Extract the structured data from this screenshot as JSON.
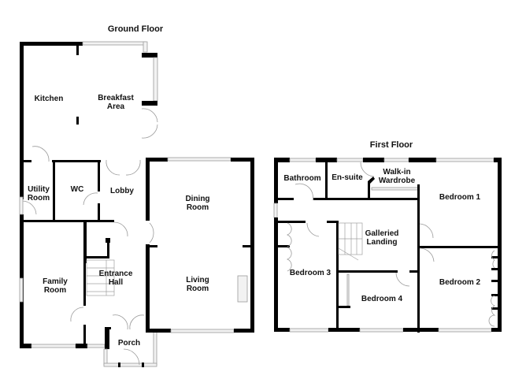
{
  "ground_floor": {
    "title": "Ground Floor",
    "rooms": [
      {
        "name": "kitchen",
        "label": "Kitchen"
      },
      {
        "name": "breakfast-area",
        "label": "Breakfast\nArea",
        "line1": "Breakfast",
        "line2": "Area"
      },
      {
        "name": "utility-room",
        "line1": "Utility",
        "line2": "Room"
      },
      {
        "name": "wc",
        "label": "WC"
      },
      {
        "name": "lobby",
        "label": "Lobby"
      },
      {
        "name": "dining-room",
        "line1": "Dining",
        "line2": "Room"
      },
      {
        "name": "family-room",
        "line1": "Family",
        "line2": "Room"
      },
      {
        "name": "entrance-hall",
        "line1": "Entrance",
        "line2": "Hall"
      },
      {
        "name": "living-room",
        "line1": "Living",
        "line2": "Room"
      },
      {
        "name": "porch",
        "label": "Porch"
      }
    ]
  },
  "first_floor": {
    "title": "First Floor",
    "rooms": [
      {
        "name": "bathroom",
        "label": "Bathroom"
      },
      {
        "name": "en-suite",
        "label": "En-suite"
      },
      {
        "name": "walk-in-wardrobe",
        "line1": "Walk-in",
        "line2": "Wardrobe"
      },
      {
        "name": "bedroom-1",
        "label": "Bedroom 1"
      },
      {
        "name": "galleried-landing",
        "line1": "Galleried",
        "line2": "Landing"
      },
      {
        "name": "bedroom-3",
        "label": "Bedroom 3"
      },
      {
        "name": "bedroom-4",
        "label": "Bedroom 4"
      },
      {
        "name": "bedroom-2",
        "label": "Bedroom 2"
      }
    ]
  },
  "colors": {
    "wall": "#000000",
    "window": "#f2f2f2",
    "door_arc": "#9a9a9a",
    "background": "#ffffff"
  }
}
